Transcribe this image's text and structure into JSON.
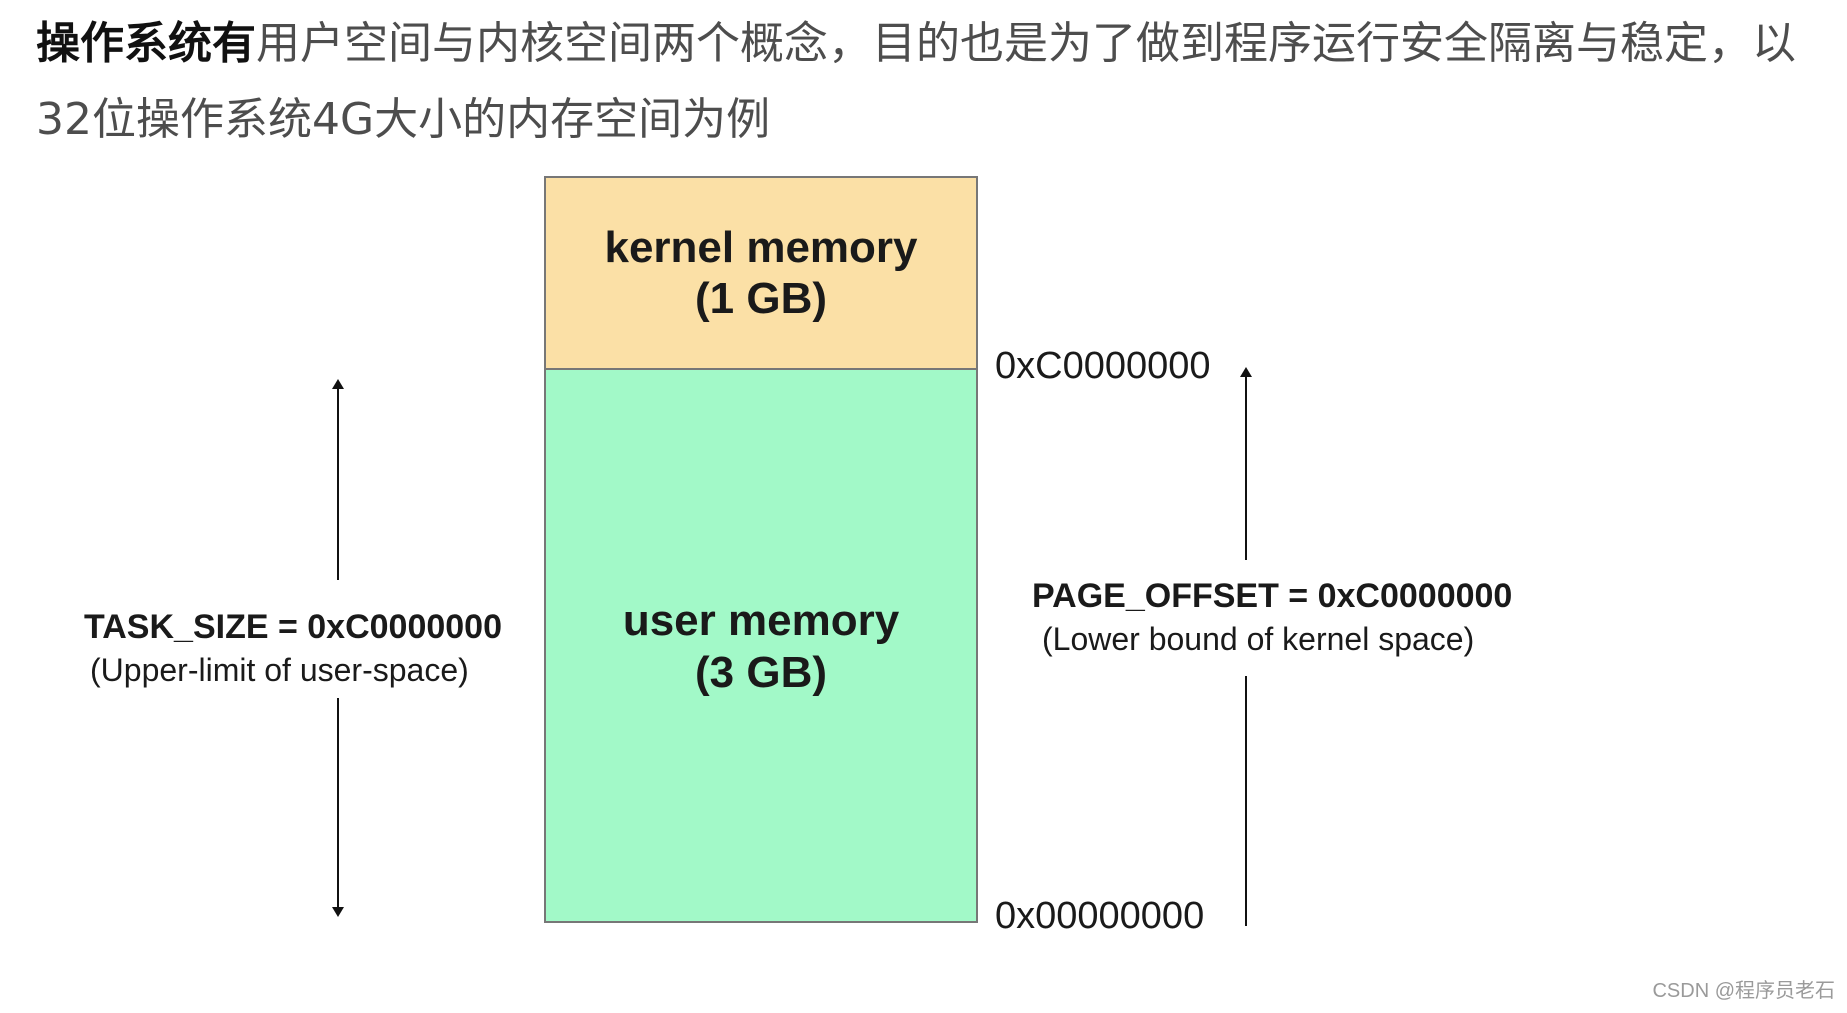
{
  "article": {
    "paragraph_bold": "操作系统有",
    "paragraph_rest": "用户空间与内核空间两个概念，目的也是为了做到程序运行安全隔离与稳定，以32位操作系统4G大小的内存空间为例"
  },
  "diagram": {
    "kernel_block": {
      "label": "kernel memory",
      "size": "(1 GB)",
      "fill": "#fbe0a6"
    },
    "user_block": {
      "label": "user memory",
      "size": "(3 GB)",
      "fill": "#a2f9c8"
    },
    "address_top": "0xC0000000",
    "address_bottom": "0x00000000",
    "task_size": {
      "label": "TASK_SIZE = 0xC0000000",
      "note": "(Upper-limit of user-space)"
    },
    "page_offset": {
      "label": "PAGE_OFFSET = 0xC0000000",
      "note": "(Lower bound of kernel space)"
    }
  },
  "watermark": "CSDN @程序员老石"
}
